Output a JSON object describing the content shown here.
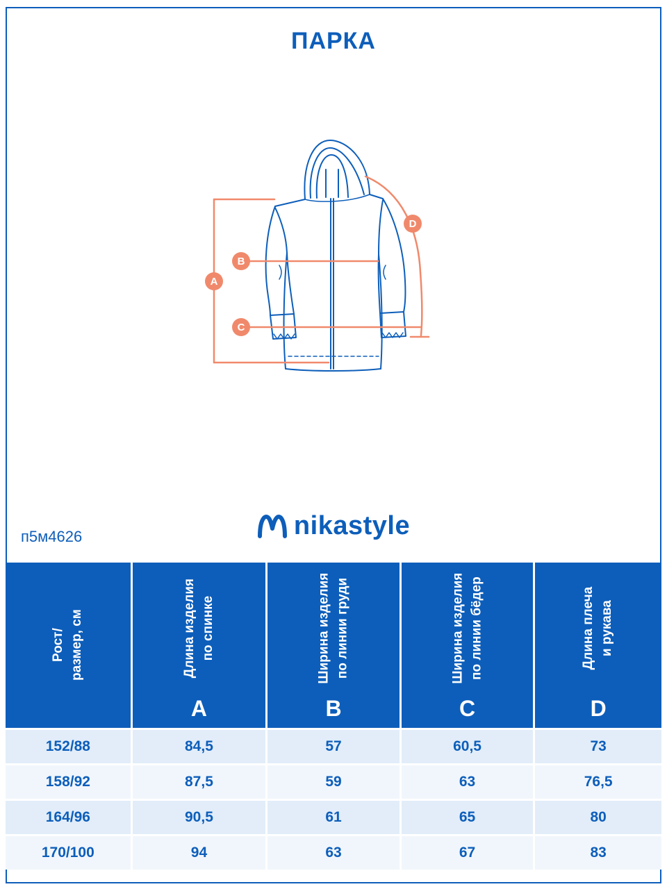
{
  "header": {
    "title": "ПАРКА",
    "product_code": "п5м4626",
    "brand": "nikastyle"
  },
  "colors": {
    "blue": "#0d5eba",
    "orange": "#f0896b",
    "row-odd": "#e2edf9",
    "row-even": "#f1f6fc"
  },
  "diagram": {
    "labels": [
      "A",
      "B",
      "C",
      "D"
    ]
  },
  "table": {
    "columns": [
      {
        "l1": "Рост/",
        "l2": "размер, см",
        "letter": ""
      },
      {
        "l1": "Длина изделия",
        "l2": "по спинке",
        "letter": "A"
      },
      {
        "l1": "Ширина изделия",
        "l2": "по линии груди",
        "letter": "B"
      },
      {
        "l1": "Ширина изделия",
        "l2": "по линии бёдер",
        "letter": "C"
      },
      {
        "l1": "Длина плеча",
        "l2": "и рукава",
        "letter": "D"
      }
    ],
    "rows": [
      [
        "152/88",
        "84,5",
        "57",
        "60,5",
        "73"
      ],
      [
        "158/92",
        "87,5",
        "59",
        "63",
        "76,5"
      ],
      [
        "164/96",
        "90,5",
        "61",
        "65",
        "80"
      ],
      [
        "170/100",
        "94",
        "63",
        "67",
        "83"
      ]
    ]
  }
}
